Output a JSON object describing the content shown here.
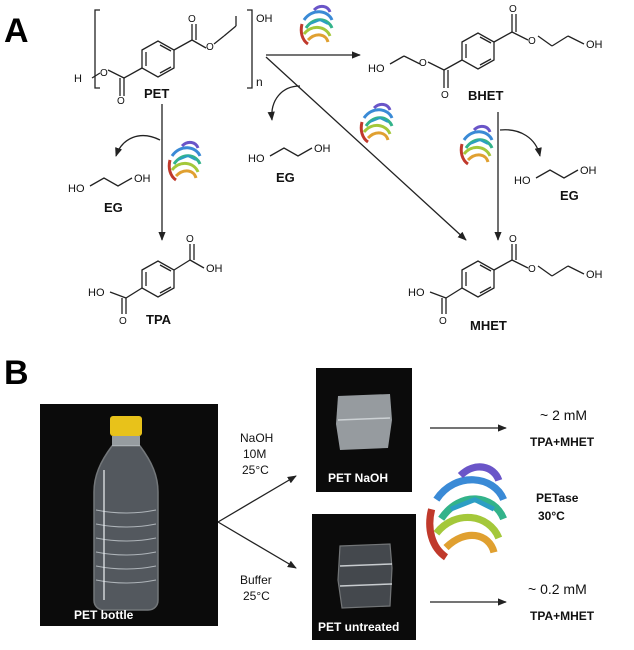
{
  "panels": {
    "a": "A",
    "b": "B"
  },
  "molecules": {
    "pet": {
      "name": "PET",
      "h": "H",
      "oh": "OH",
      "n": "n",
      "o": "O"
    },
    "bhet": {
      "name": "BHET",
      "ho": "HO",
      "oh": "OH",
      "o": "O"
    },
    "eg_mid": {
      "name": "EG",
      "ho": "HO",
      "oh": "OH"
    },
    "eg_left": {
      "name": "EG",
      "ho": "HO",
      "oh": "OH"
    },
    "eg_right": {
      "name": "EG",
      "ho": "HO",
      "oh": "OH"
    },
    "tpa": {
      "name": "TPA",
      "ho": "HO",
      "oh": "OH",
      "o": "O"
    },
    "mhet": {
      "name": "MHET",
      "ho": "HO",
      "oh": "OH",
      "o": "O"
    }
  },
  "panel_b": {
    "bottle_caption": "PET bottle",
    "naoh_condition": [
      "NaOH",
      "10M",
      "25°C"
    ],
    "buffer_condition": [
      "Buffer",
      "25°C"
    ],
    "photo_naoh_caption": "PET NaOH",
    "photo_untreated_caption": "PET untreated",
    "enzyme_label": [
      "PETase",
      "30°C"
    ],
    "result_naoh": {
      "amount": "~ 2 mM",
      "products": "TPA+MHET"
    },
    "result_untreated": {
      "amount": "~ 0.2 mM",
      "products": "TPA+MHET"
    }
  },
  "colors": {
    "photo_bg": "#0b0b0b",
    "bottle_cap": "#e8c21a",
    "bottle_body": "#9aa4ad"
  },
  "icons": [
    "enzyme-icon",
    "bottle-photo",
    "film-photo"
  ]
}
